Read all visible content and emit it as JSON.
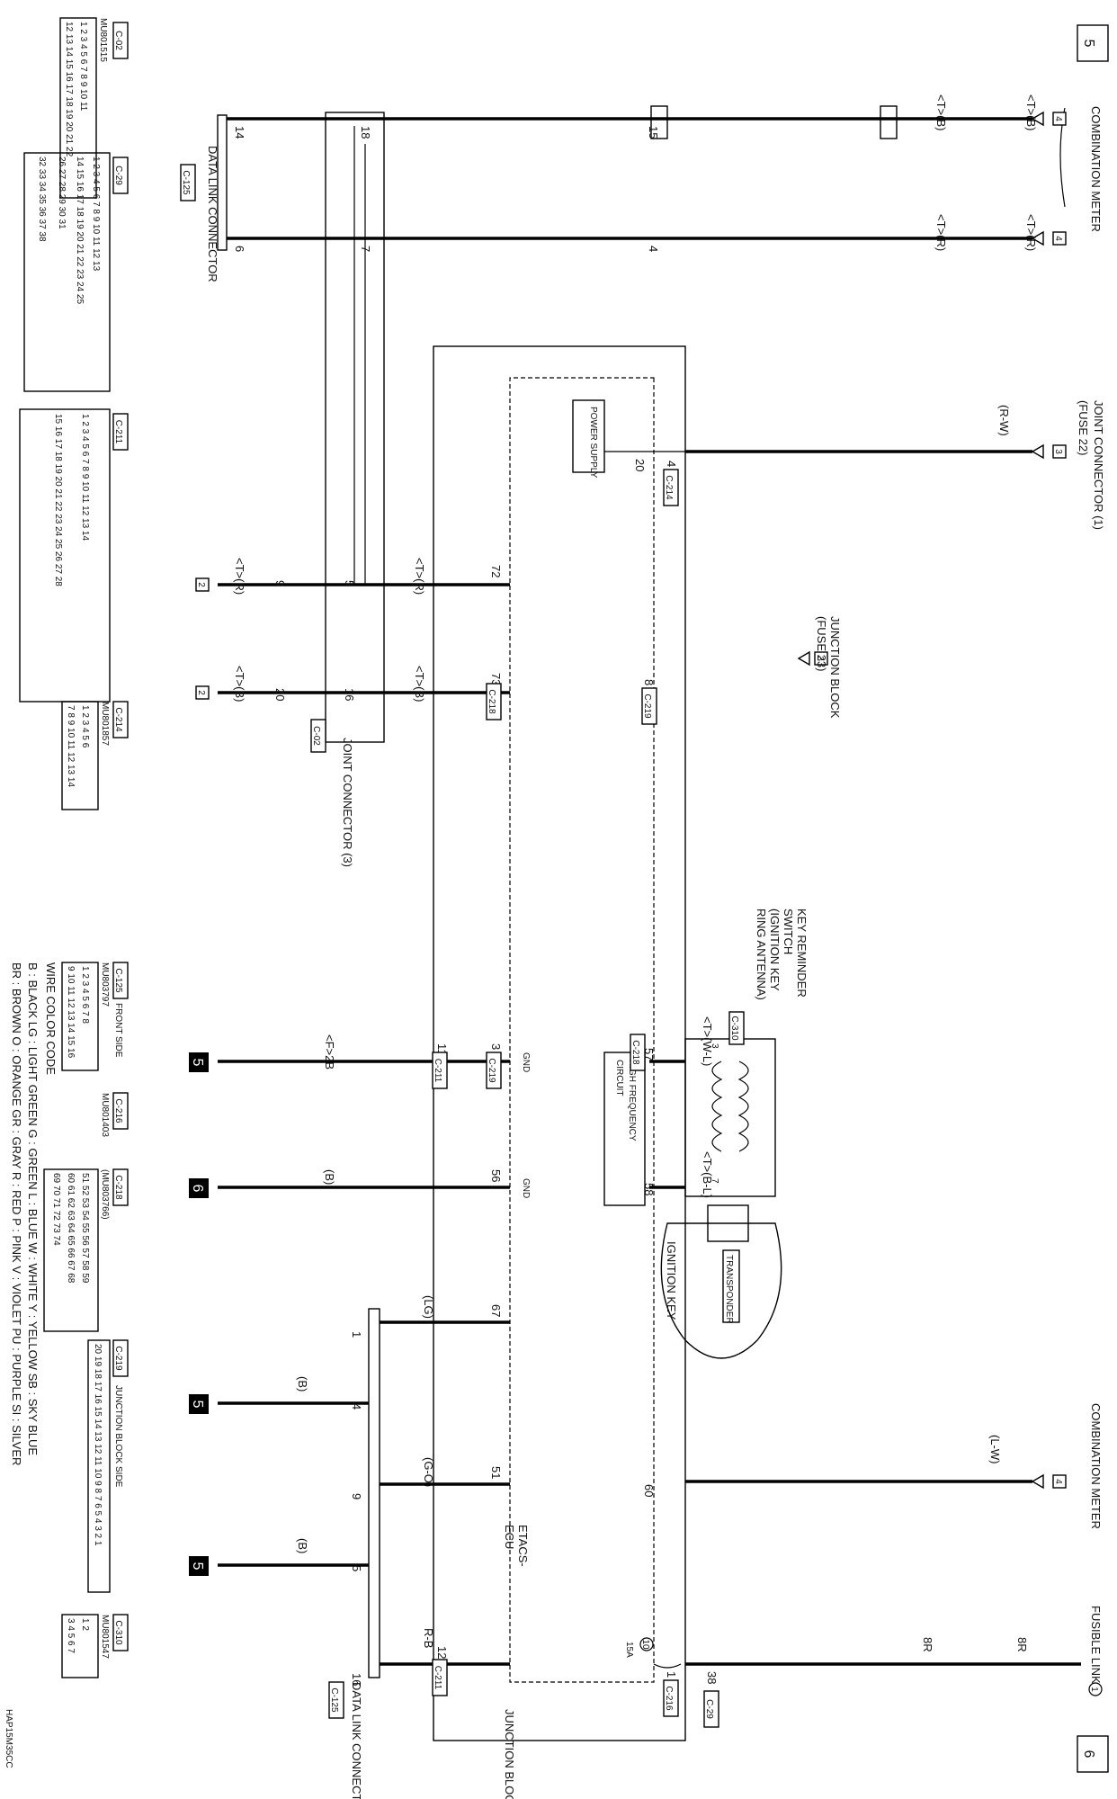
{
  "page_markers": {
    "top": "5",
    "bottom": "6"
  },
  "figure_code": "HAP15M35CC",
  "components": {
    "combination_meter_top": "COMBINATION METER",
    "combination_meter_bottom": "COMBINATION METER",
    "fusible_link": "FUSIBLE LINK",
    "fusible_link_num": "1",
    "joint_connector_1": "JOINT CONNECTOR (1)",
    "joint_connector_1_fuse": "(FUSE 22)",
    "junction_block_fuse": "JUNCTION BLOCK",
    "junction_block_fuse23": "(FUSE 23)",
    "key_reminder_1": "KEY REMINDER",
    "key_reminder_2": "SWITCH",
    "key_reminder_3": "(IGNITION KEY",
    "key_reminder_4": "RING ANTENNA)",
    "ignition_key": "IGNITION KEY",
    "transponder": "TRANSPONDER",
    "etacs_1": "ETACS-",
    "etacs_2": "ECU",
    "junction_block": "JUNCTION BLOCK",
    "power_supply": "POWER SUPPLY",
    "hf_circuit_1": "HIGH FREQUENCY",
    "hf_circuit_2": "CIRCUIT",
    "gnd": "GND",
    "data_link_top": "DATA LINK CONNECTOR",
    "data_link_bottom": "DATA LINK CONNECTOR",
    "joint_connector_3": "JOINT CONNECTOR (3)",
    "fuse10": "10",
    "fuse10_amp": "15A"
  },
  "connectors": {
    "c02": "C-02",
    "c125": "C-125",
    "c29": "C-29",
    "c211": "C-211",
    "c214": "C-214",
    "c216": "C-216",
    "c218": "C-218",
    "c219": "C-219",
    "c310": "C-310",
    "front_side": "FRONT SIDE",
    "junction_block_side": "JUNCTION BLOCK SIDE"
  },
  "part_numbers": {
    "c02": "MU801515",
    "c214": "MU801857",
    "c125": "MU803797",
    "c216": "MU801403",
    "c218": "(MU803766)",
    "c310": "MU801547"
  },
  "wire_labels": {
    "tb": "<T>(B)",
    "tr": "<T>(R)",
    "rw": "(R-W)",
    "twl": "<T>(W-L)",
    "tbl": "<T>(B-L)",
    "lw": "(L-W)",
    "r8": "8R",
    "f2b": "<F>2B",
    "b": "(B)",
    "lg": "(LG)",
    "go": "(G-O)",
    "rb": "R-B"
  },
  "pins": {
    "p14": "14",
    "p18": "18",
    "p15": "15",
    "p6": "6",
    "p7": "7",
    "p4": "4",
    "p20": "20",
    "p9": "9",
    "p5": "5",
    "p72": "72",
    "p73": "73",
    "p8": "8",
    "p16": "16",
    "p3": "3",
    "p57": "57",
    "p58": "58",
    "p11": "11",
    "p56": "56",
    "p1": "1",
    "p67": "67",
    "p51": "51",
    "p60": "60",
    "p38": "38",
    "p12": "12"
  },
  "tags": {
    "t4": "4",
    "t3": "3",
    "t2": "2",
    "t5": "5",
    "t6": "6"
  },
  "legend": {
    "title": "WIRE COLOR CODE",
    "line1": "B : BLACK    LG : LIGHT GREEN    G : GREEN    L : BLUE    W : WHITE    Y : YELLOW    SB : SKY BLUE",
    "line2": "BR : BROWN    O : ORANGE    GR : GRAY    R : RED    P : PINK    V : VIOLET    PU : PURPLE    SI : SILVER"
  },
  "connector_faces": {
    "c02_row1": "1 2 3 4 5 6 7 8 9 10 11",
    "c02_row2": "12 13 14 15 16 17 18 19 20 21 22",
    "c29_row1": "1 2 3 4 5 6 7 8 9 10 11 12 13",
    "c29_row2": "14 15 16 17 18 19 20 21 22 23 24 25",
    "c29_row3": "26 27 28 29 30 31",
    "c29_row4": "32 33 34 35 36 37 38",
    "c211_row1": "1 2 3 4 5 6 7 8 9 10 11 12 13 14",
    "c211_row2": "15 16 17 18 19 20 21 22 23 24 25 26 27 28",
    "c214_row1": "1 2 3 4 5 6",
    "c214_row2": "7 8 9 10 11 12 13 14",
    "c125_row1": "1 2 3 4 5 6 7 8",
    "c125_row2": "9 10 11 12 13 14 15 16",
    "c218_row1": "51 52 53 54 55 56 57 58 59",
    "c218_row2": "60 61 62 63 64 65 66 67 68",
    "c218_row3": "69 70 71 72 73 74",
    "c219_row": "20 19 18 17 16 15 14 13 12 11 10 9 8 7 6 5 4 3 2 1",
    "c310_row1": "1 2",
    "c310_row2": "3 4 5 6 7"
  }
}
